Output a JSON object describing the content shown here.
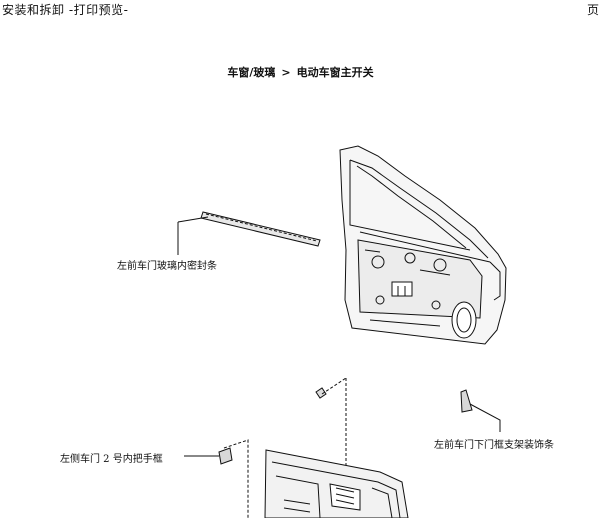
{
  "header": {
    "title": "安装和拆卸 -打印预览-",
    "page_label": "页"
  },
  "breadcrumb": {
    "parent": "车窗/玻璃",
    "separator": ">",
    "current": "电动车窗主开关"
  },
  "callouts": {
    "glass_seal": "左前车门玻璃内密封条",
    "handle_bezel": "左侧车门 2 号内把手框",
    "frame_garnish": "左前车门下门框支架装饰条"
  }
}
